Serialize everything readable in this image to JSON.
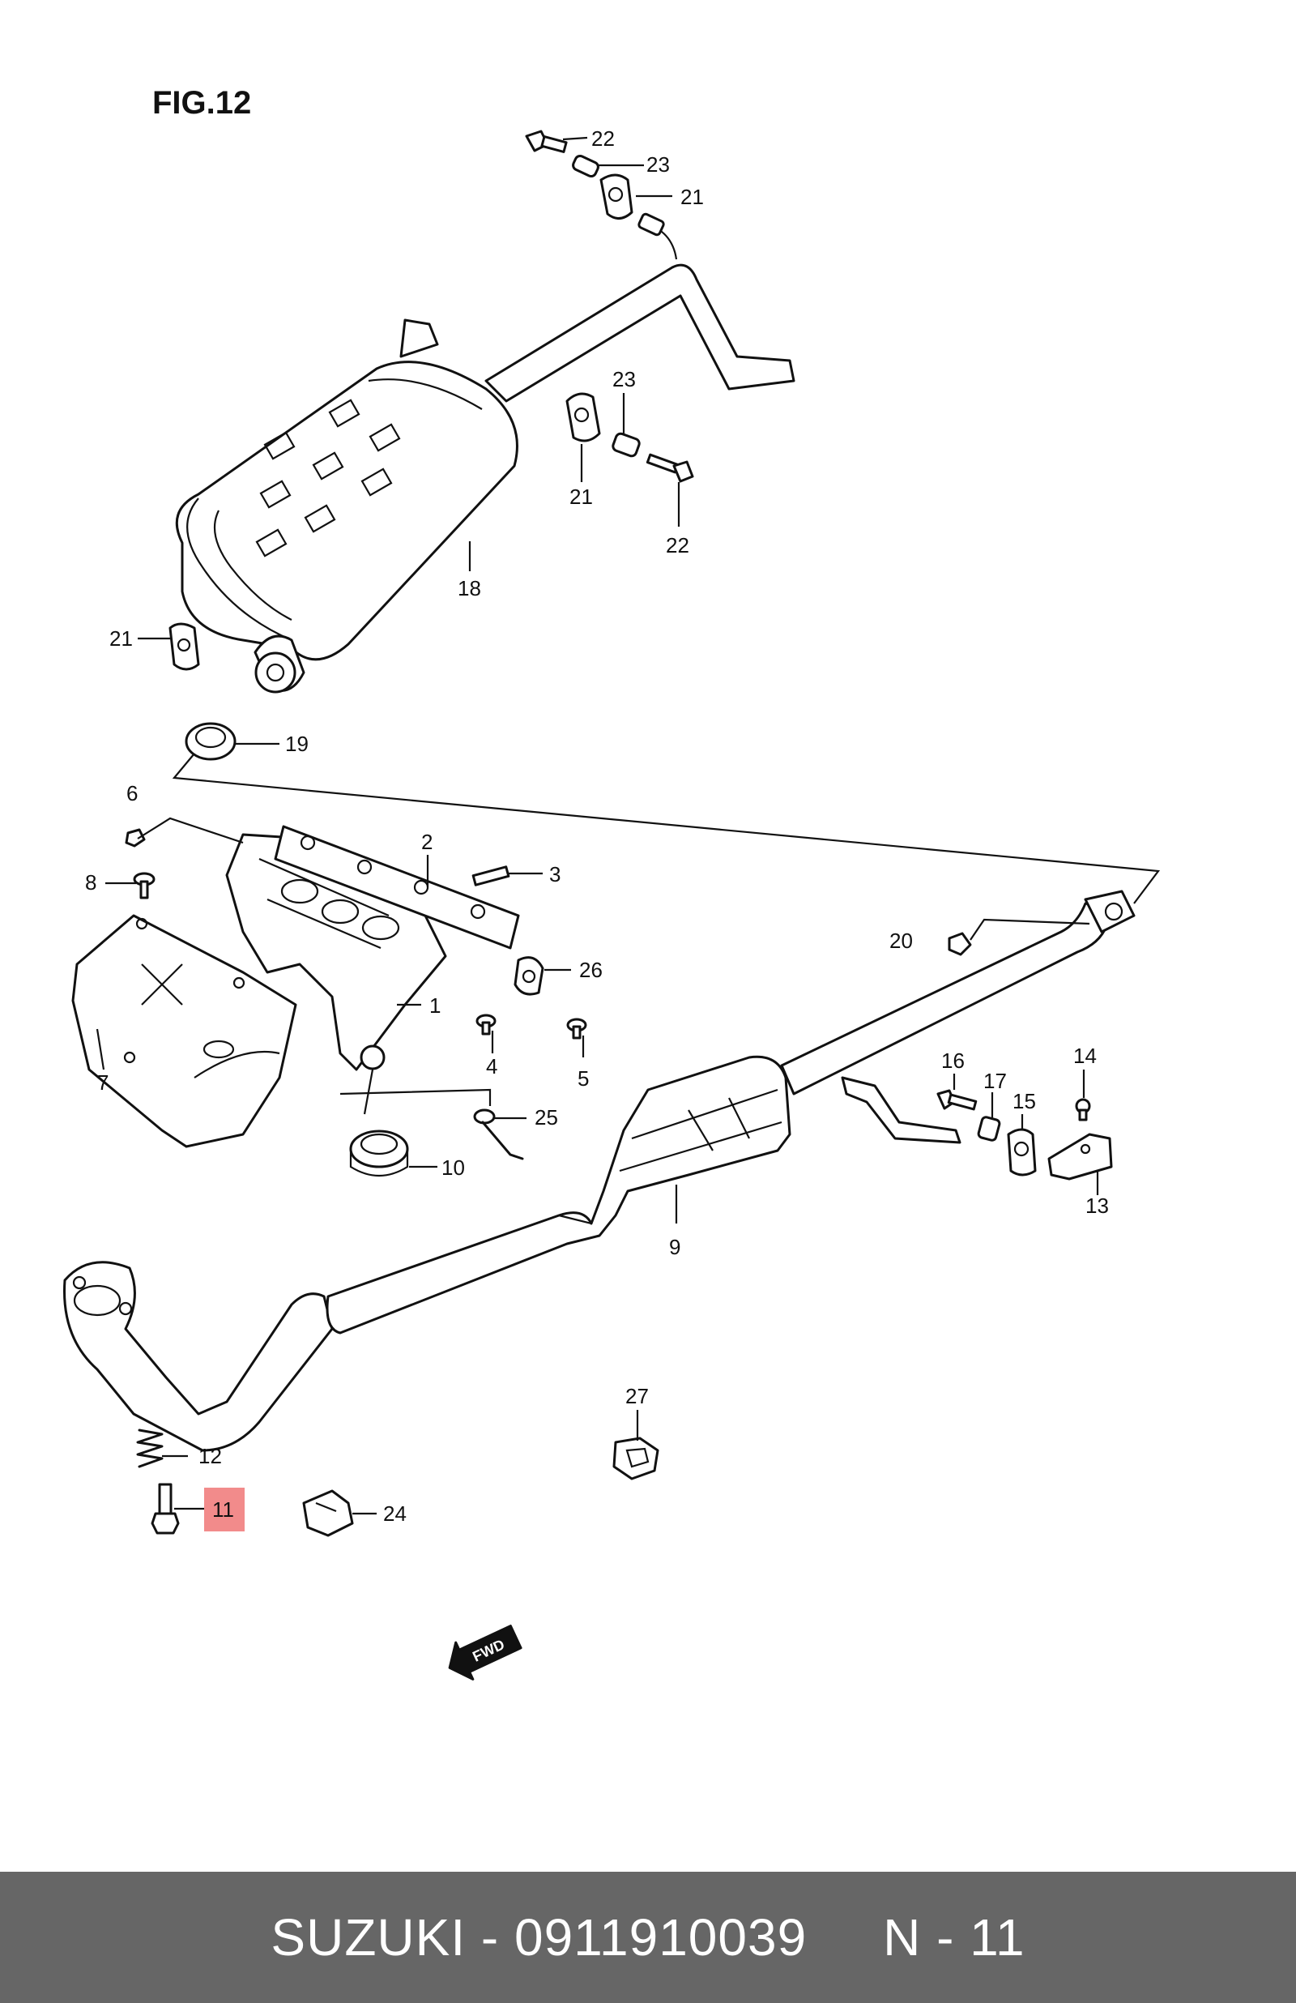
{
  "figure": {
    "title": "FIG.12"
  },
  "callouts": [
    {
      "id": "c22a",
      "text": "22"
    },
    {
      "id": "c23a",
      "text": "23"
    },
    {
      "id": "c21a",
      "text": "21"
    },
    {
      "id": "c23b",
      "text": "23"
    },
    {
      "id": "c21b",
      "text": "21"
    },
    {
      "id": "c22b",
      "text": "22"
    },
    {
      "id": "c18",
      "text": "18"
    },
    {
      "id": "c21c",
      "text": "21"
    },
    {
      "id": "c19",
      "text": "19"
    },
    {
      "id": "c6",
      "text": "6"
    },
    {
      "id": "c2",
      "text": "2"
    },
    {
      "id": "c3",
      "text": "3"
    },
    {
      "id": "c8",
      "text": "8"
    },
    {
      "id": "c20",
      "text": "20"
    },
    {
      "id": "c26",
      "text": "26"
    },
    {
      "id": "c1",
      "text": "1"
    },
    {
      "id": "c4",
      "text": "4"
    },
    {
      "id": "c5",
      "text": "5"
    },
    {
      "id": "c7",
      "text": "7"
    },
    {
      "id": "c16",
      "text": "16"
    },
    {
      "id": "c17",
      "text": "17"
    },
    {
      "id": "c14",
      "text": "14"
    },
    {
      "id": "c15",
      "text": "15"
    },
    {
      "id": "c25",
      "text": "25"
    },
    {
      "id": "c10",
      "text": "10"
    },
    {
      "id": "c13",
      "text": "13"
    },
    {
      "id": "c9",
      "text": "9"
    },
    {
      "id": "c27",
      "text": "27"
    },
    {
      "id": "c12",
      "text": "12"
    },
    {
      "id": "c11",
      "text": "11"
    },
    {
      "id": "c24",
      "text": "24"
    }
  ],
  "highlight": {
    "callout": "11",
    "color": "#f28b8b"
  },
  "fwd_mark": "FWD",
  "footer": {
    "brand": "SUZUKI",
    "part_number": "0911910039",
    "ref": "N - 11"
  },
  "colors": {
    "footer_bg": "#666666",
    "footer_text": "#ffffff",
    "line": "#111111"
  }
}
